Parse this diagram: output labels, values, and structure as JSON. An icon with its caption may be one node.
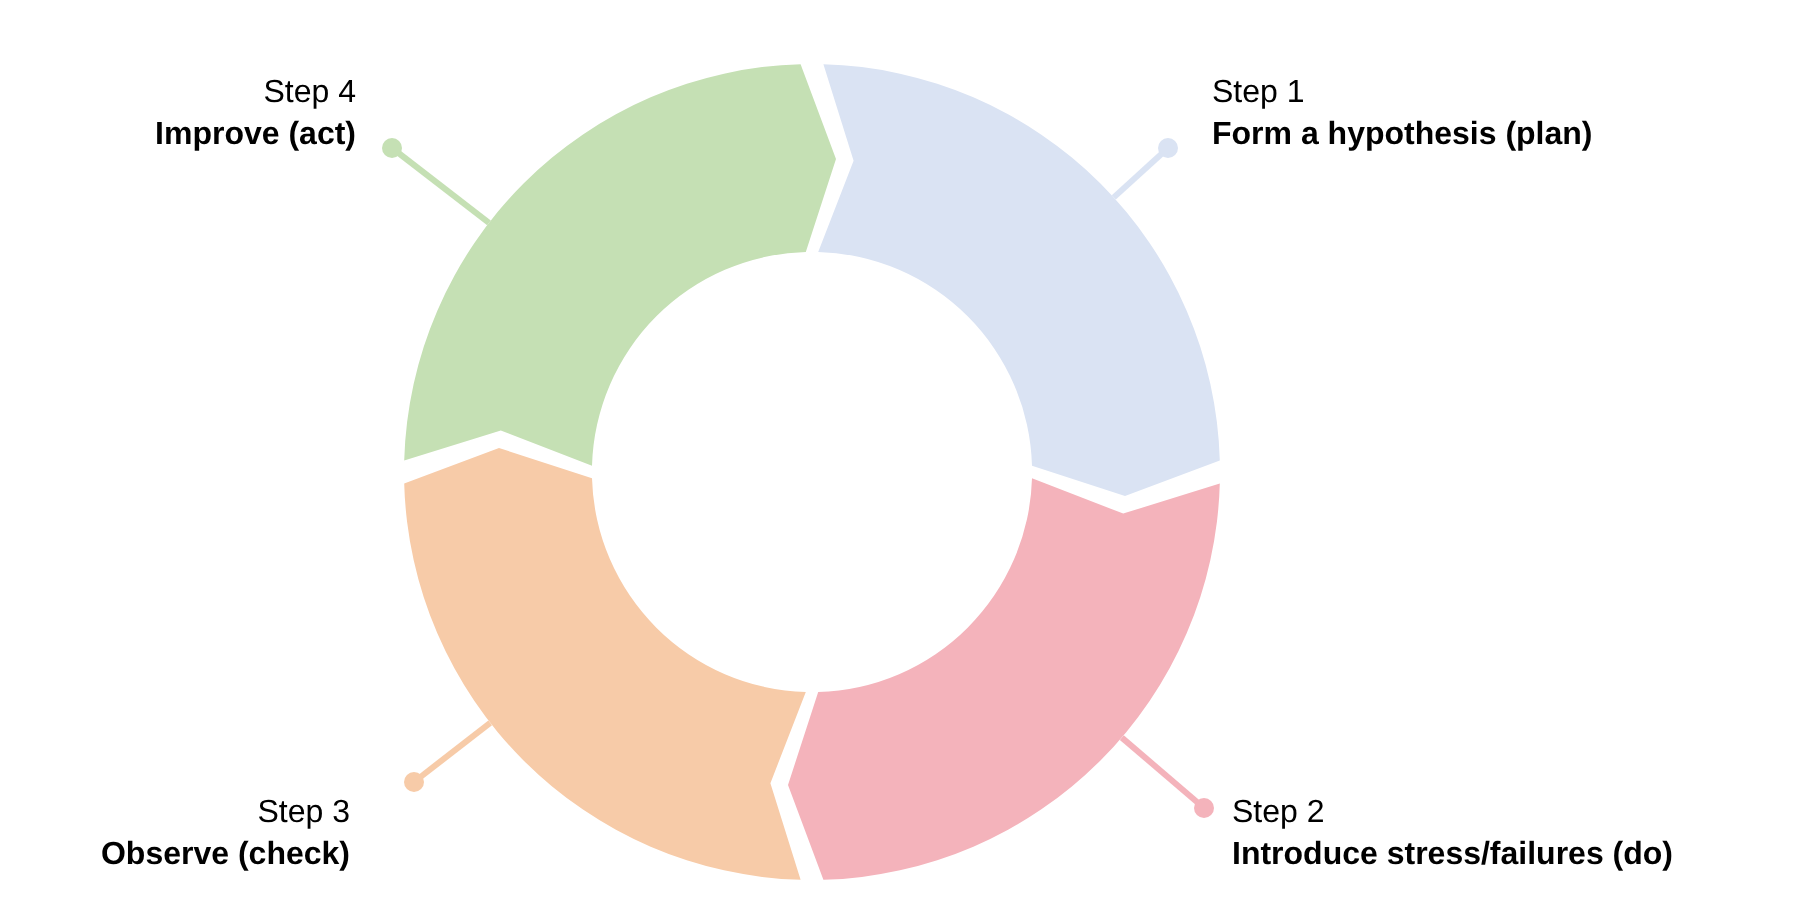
{
  "diagram": {
    "nodes": [
      {
        "text": [
          "Step 4",
          "Improve (act)"
        ]
      },
      {
        "text": [
          "Step 1",
          "Form a hypothesis (plan)"
        ]
      },
      {
        "text": [],
        "shape": "arc"
      },
      {
        "text": [],
        "shape": "arc"
      },
      {
        "text": [],
        "shape": "arc"
      },
      {
        "text": [],
        "shape": "arc"
      },
      {
        "text": [
          "Step 3",
          "Observe (check)"
        ]
      },
      {
        "text": [
          "Step 2",
          "Introduce stress/failures (do)"
        ]
      }
    ],
    "edges": [
      {
        "from": 0,
        "to": 2,
        "arrow": "other",
        "color": "#c5e0b4"
      },
      {
        "from": 1,
        "to": 3,
        "arrow": "other",
        "color": "#dae3f3"
      },
      {
        "from": 6,
        "to": 4,
        "arrow": "other",
        "color": "#f7cba8"
      },
      {
        "from": 7,
        "to": 5,
        "arrow": "other",
        "color": "#f4b3bb"
      }
    ]
  }
}
